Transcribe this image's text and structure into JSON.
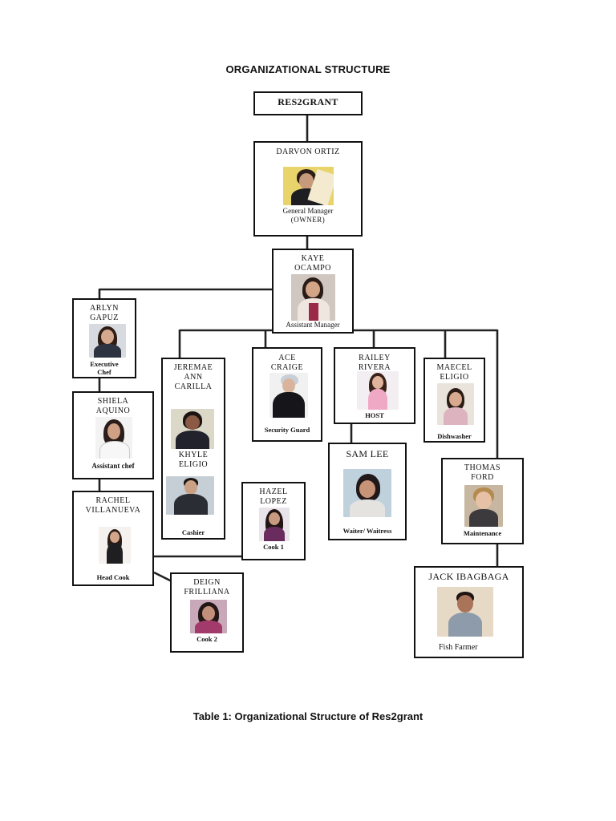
{
  "document": {
    "title": "ORGANIZATIONAL STRUCTURE",
    "caption": "Table 1: Organizational Structure of Res2grant"
  },
  "company": {
    "name": "RES2GRANT"
  },
  "staff": {
    "darvon": {
      "name": "DARVON ORTIZ",
      "role_line1": "General Manager",
      "role_line2": "(OWNER)",
      "photo_icon": "person-photo-icon"
    },
    "kaye": {
      "name_line1": "KAYE",
      "name_line2": "OCAMPO",
      "role": "Assistant Manager",
      "photo_icon": "person-photo-icon"
    },
    "arlyn": {
      "name_line1": "ARLYN",
      "name_line2": "GAPUZ",
      "role_line1": "Executive",
      "role_line2": "Chef",
      "photo_icon": "person-photo-icon"
    },
    "shiela": {
      "name_line1": "SHIELA",
      "name_line2": "AQUINO",
      "role": "Assistant chef",
      "photo_icon": "person-photo-icon"
    },
    "rachel": {
      "name_line1": "RACHEL",
      "name_line2": "VILLANUEVA",
      "role": "Head Cook",
      "photo_icon": "person-photo-icon"
    },
    "deign": {
      "name_line1": "DEIGN",
      "name_line2": "FRILLIANA",
      "role": "Cook 2",
      "photo_icon": "person-photo-icon"
    },
    "hazel": {
      "name_line1": "HAZEL",
      "name_line2": "LOPEZ",
      "role": "Cook 1",
      "photo_icon": "person-photo-icon"
    },
    "jeremae": {
      "name_line1": "JEREMAE",
      "name_line2": "ANN",
      "name_line3": "CARILLA",
      "photo_icon": "person-photo-icon"
    },
    "khyle": {
      "name_line1": "KHYLE",
      "name_line2": "ELIGIO",
      "role": "Cashier",
      "photo_icon": "person-photo-icon"
    },
    "ace": {
      "name_line1": "ACE",
      "name_line2": "CRAIGE",
      "role": "Security Guard",
      "photo_icon": "person-photo-icon"
    },
    "railey": {
      "name_line1": "RAILEY",
      "name_line2": "RIVERA",
      "role": "HOST",
      "photo_icon": "person-photo-icon"
    },
    "sam": {
      "name": "SAM LEE",
      "role": "Waiter/ Waitress",
      "photo_icon": "person-photo-icon"
    },
    "maecel": {
      "name_line1": "MAECEL",
      "name_line2": "ELIGIO",
      "role": "Dishwasher",
      "photo_icon": "person-photo-icon"
    },
    "thomas": {
      "name_line1": "THOMAS",
      "name_line2": "FORD",
      "role": "Maintenance",
      "photo_icon": "person-photo-icon"
    },
    "jack": {
      "name": "JACK IBAGBAGA",
      "role": "Fish Farmer",
      "photo_icon": "person-photo-icon"
    }
  }
}
